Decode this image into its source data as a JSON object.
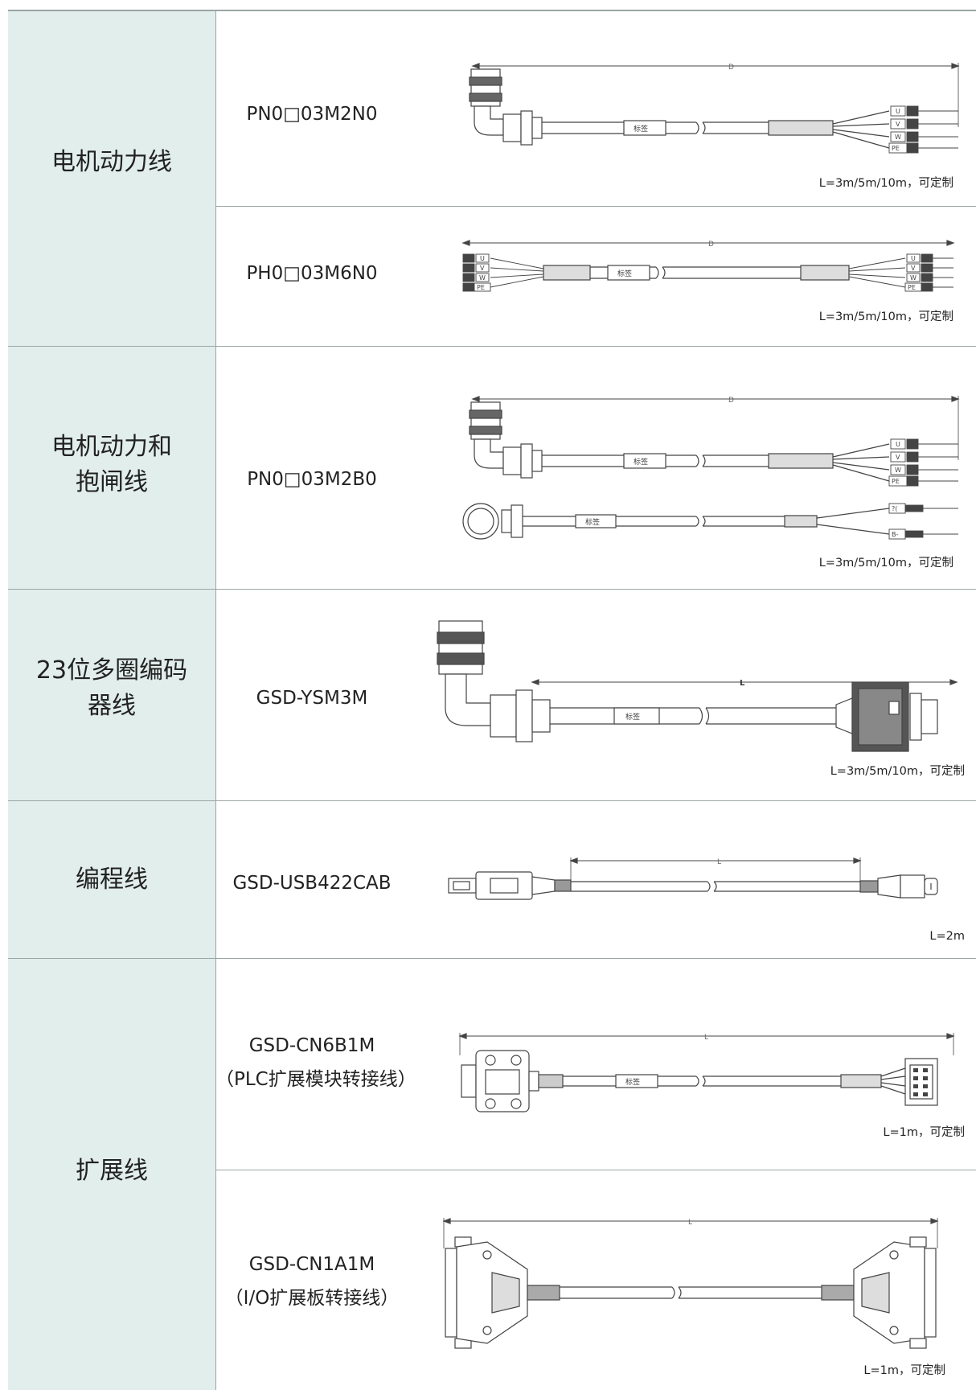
{
  "categories": {
    "motor_power": "电机动力线",
    "motor_power_brake_line1": "电机动力和",
    "motor_power_brake_line2": "抱闸线",
    "encoder_line1": "23位多圈编码",
    "encoder_line2": "器线",
    "programming": "编程线",
    "extension": "扩展线"
  },
  "models": {
    "pn0_03m2n0": "PN0□03M2N0",
    "ph0_03m6n0": "PH0□03M6N0",
    "pn0_03m2b0": "PN0□03M2B0",
    "gsd_ysm3m": "GSD-YSM3M",
    "gsd_usb422cab": "GSD-USB422CAB",
    "gsd_cn6b1m": "GSD-CN6B1M",
    "gsd_cn6b1m_note": "（PLC扩展模块转接线）",
    "gsd_cn1a1m": "GSD-CN1A1M",
    "gsd_cn1a1m_note": "（I/O扩展板转接线）"
  },
  "specs": {
    "len_3_5_10": "L=3m/5m/10m，可定制",
    "len_2": "L=2m",
    "len_1": "L=1m，可定制"
  },
  "drawing_labels": {
    "tag": "标签",
    "dim_d": "D",
    "dim_l": "L",
    "u": "U",
    "v": "V",
    "w": "W",
    "pe": "PE",
    "b_plus": "?(",
    "b_minus": "B-"
  },
  "colors": {
    "category_bg": "#e2eeeb",
    "border": "#9aa6a3"
  }
}
